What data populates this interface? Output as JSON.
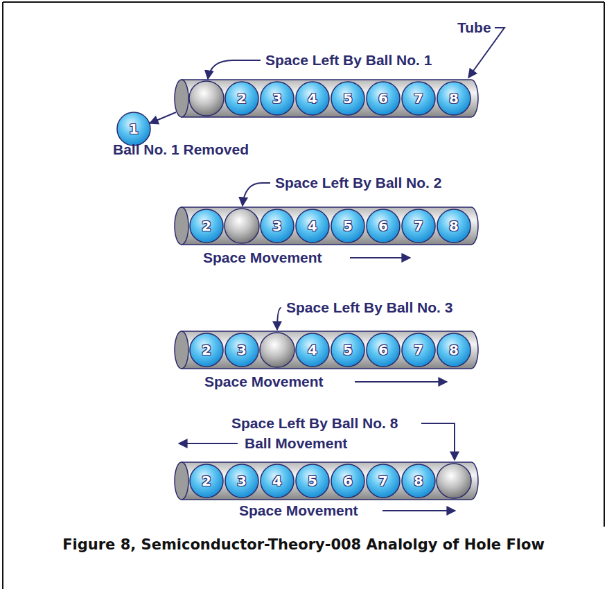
{
  "diagram": {
    "caption": "Figure 8, Semiconductor-Theory-008 Analolgy of Hole Flow",
    "nodes": [
      {
        "text": [
          "2"
        ]
      },
      {
        "text": [
          "3"
        ]
      },
      {
        "text": [
          "4"
        ]
      },
      {
        "text": [
          "5"
        ]
      },
      {
        "text": [
          "6"
        ]
      },
      {
        "text": [
          "7"
        ]
      },
      {
        "text": [
          "8"
        ]
      },
      {
        "text": [
          "1"
        ]
      },
      {
        "text": [
          "2"
        ]
      },
      {
        "text": [
          "3"
        ]
      },
      {
        "text": [
          "4"
        ]
      },
      {
        "text": [
          "5"
        ]
      },
      {
        "text": [
          "6"
        ]
      },
      {
        "text": [
          "7"
        ]
      },
      {
        "text": [
          "8"
        ]
      },
      {
        "text": [
          "2"
        ]
      },
      {
        "text": [
          "3"
        ]
      },
      {
        "text": [
          "4"
        ]
      },
      {
        "text": [
          "5"
        ]
      },
      {
        "text": [
          "6"
        ]
      },
      {
        "text": [
          "7"
        ]
      },
      {
        "text": [
          "8"
        ]
      },
      {
        "text": [
          "2"
        ]
      },
      {
        "text": [
          "3"
        ]
      },
      {
        "text": [
          "4"
        ]
      },
      {
        "text": [
          "5"
        ]
      },
      {
        "text": [
          "6"
        ]
      },
      {
        "text": [
          "7"
        ]
      },
      {
        "text": [
          "8"
        ]
      }
    ],
    "labels": [
      "Tube",
      "Space Left By Ball No. 1",
      "Ball No. 1 Removed",
      "Space Left By Ball No. 2",
      "Space Movement",
      "Space Left By Ball No. 3",
      "Space Movement",
      "Space Left By Ball No. 8",
      "Ball Movement",
      "Space Movement"
    ]
  }
}
